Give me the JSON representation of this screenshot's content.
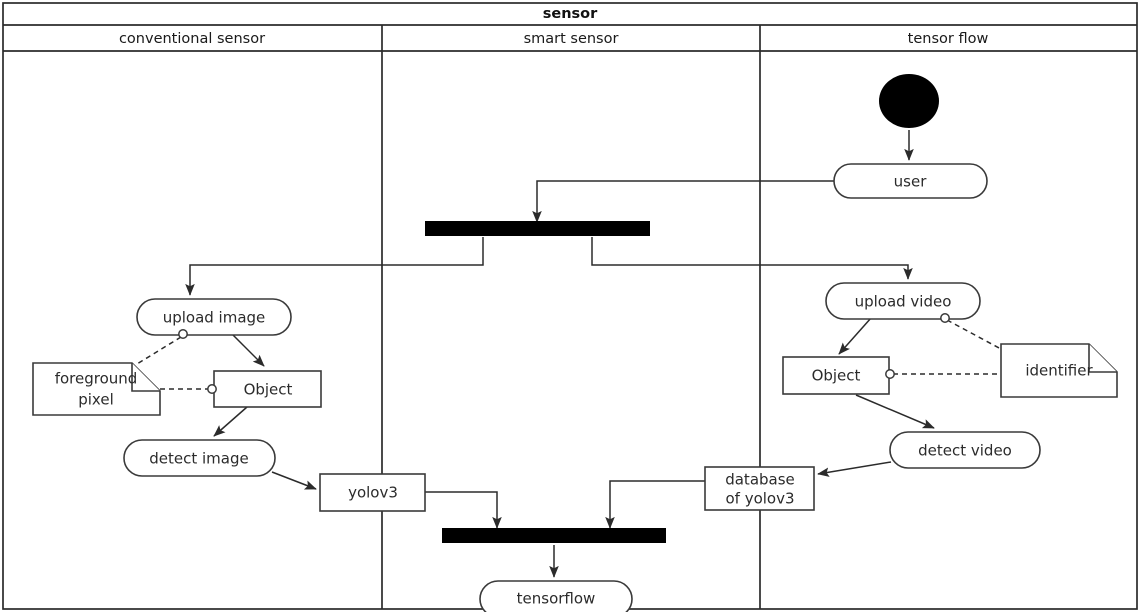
{
  "pool": {
    "title": "sensor"
  },
  "lanes": [
    {
      "id": "conventional",
      "label": "conventional sensor"
    },
    {
      "id": "smart",
      "label": "smart sensor"
    },
    {
      "id": "tensor",
      "label": "tensor flow"
    }
  ],
  "nodes": {
    "initial": {
      "type": "initial-node",
      "label": ""
    },
    "user": {
      "type": "activity",
      "label": "user"
    },
    "fork": {
      "type": "fork-bar",
      "label": ""
    },
    "upload_image": {
      "type": "activity",
      "label": "upload image"
    },
    "upload_video": {
      "type": "activity",
      "label": "upload video"
    },
    "foreground_pixel": {
      "type": "note",
      "label": "foreground\npixel",
      "line1": "foreground",
      "line2": "pixel"
    },
    "object_left": {
      "type": "object",
      "label": "Object"
    },
    "object_right": {
      "type": "object",
      "label": "Object"
    },
    "identifier": {
      "type": "note",
      "label": "identifier"
    },
    "detect_image": {
      "type": "activity",
      "label": "detect image"
    },
    "detect_video": {
      "type": "activity",
      "label": "detect video"
    },
    "yolov3": {
      "type": "object",
      "label": "yolov3"
    },
    "database_of_yolov3": {
      "type": "object",
      "label": "database\nof yolov3",
      "line1": "database",
      "line2": "of yolov3"
    },
    "join": {
      "type": "join-bar",
      "label": ""
    },
    "tensorflow": {
      "type": "activity",
      "label": "tensorflow"
    }
  },
  "colors": {
    "stroke": "#2b2b2b",
    "shape_stroke": "#3a3a3a",
    "fill": "#ffffff",
    "bar": "#000000",
    "text": "#2b2b2b"
  }
}
